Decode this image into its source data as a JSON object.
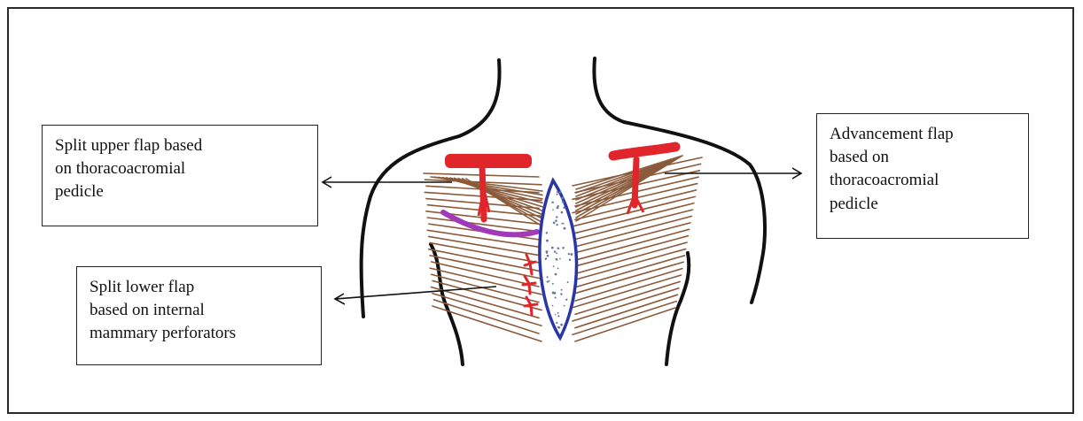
{
  "labels": {
    "upper_flap": [
      "Split upper flap based",
      "on thoracoacromial",
      "pedicle"
    ],
    "lower_flap": [
      "Split lower flap",
      "based on internal",
      "mammary perforators"
    ],
    "advancement_flap": [
      "Advancement flap",
      "based on",
      "thoracoacromial",
      "pedicle"
    ]
  },
  "colors": {
    "outline": "#111111",
    "muscle": "#8a5a3a",
    "vessel": "#e0262a",
    "split_line": "#a03ab8",
    "sternal_defect": "#2a36a8"
  }
}
